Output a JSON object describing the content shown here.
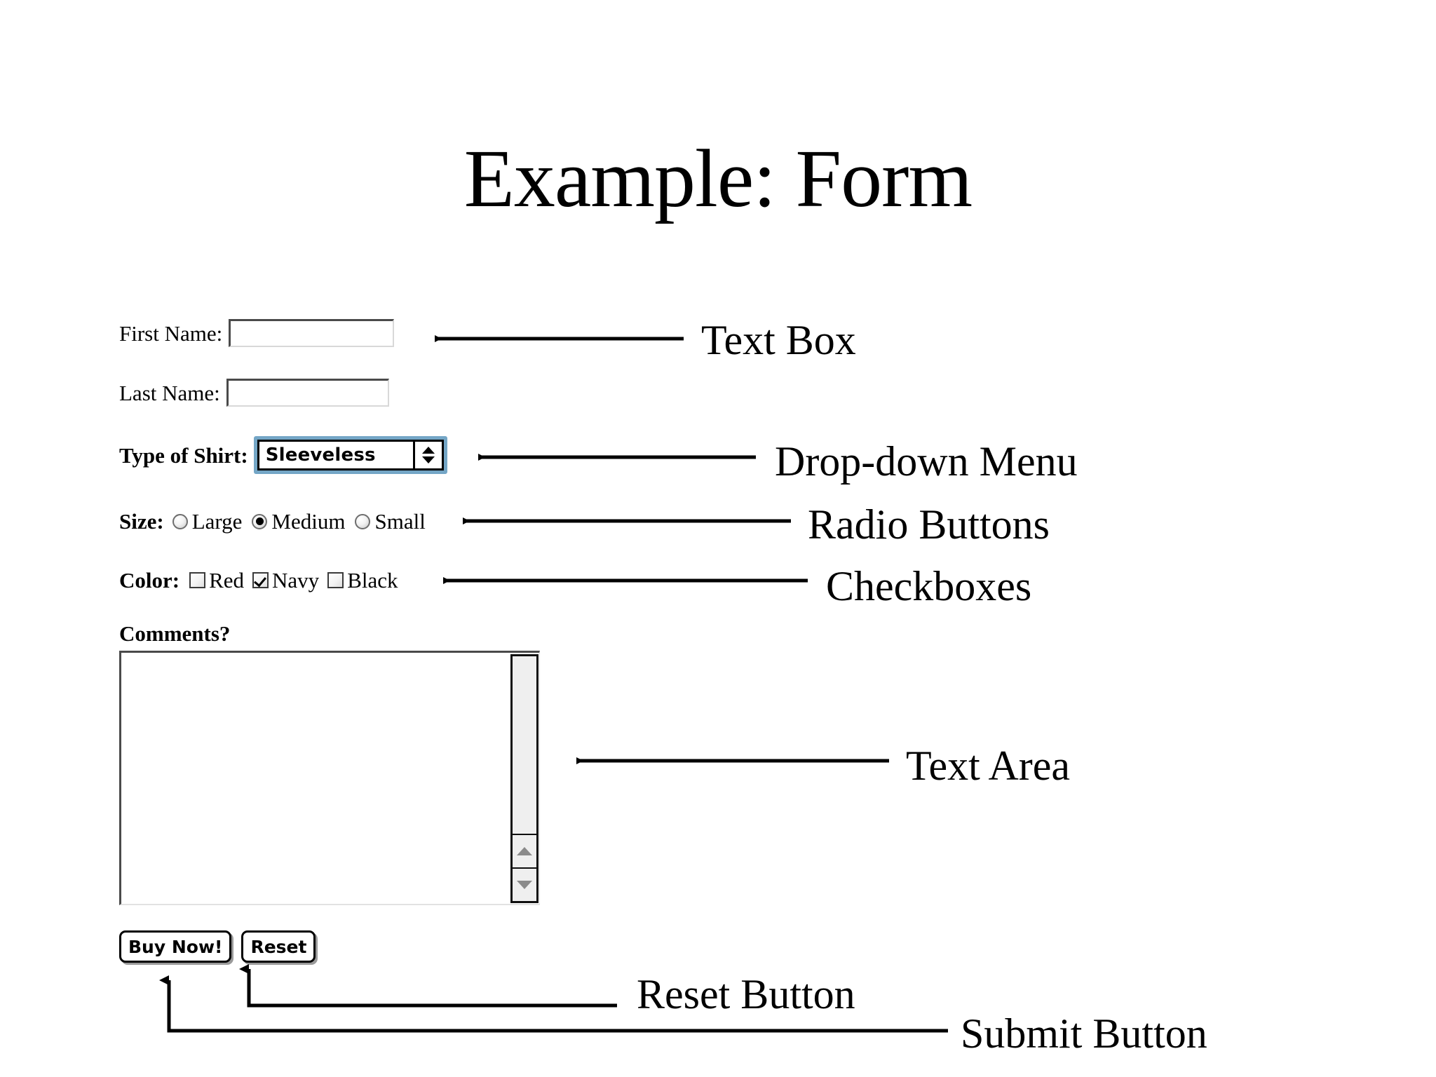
{
  "slide": {
    "title": "Example: Form",
    "background": "#ffffff",
    "text_color": "#000000",
    "focus_ring_color": "#74a6c6"
  },
  "form": {
    "first_name": {
      "label": "First Name:",
      "value": "",
      "placeholder": ""
    },
    "last_name": {
      "label": "Last Name:",
      "value": "",
      "placeholder": ""
    },
    "shirt_type": {
      "label": "Type of Shirt:",
      "selected": "Sleeveless"
    },
    "size": {
      "label": "Size:",
      "options": [
        {
          "label": "Large",
          "checked": false
        },
        {
          "label": "Medium",
          "checked": true
        },
        {
          "label": "Small",
          "checked": false
        }
      ]
    },
    "color": {
      "label": "Color:",
      "options": [
        {
          "label": "Red",
          "checked": false
        },
        {
          "label": "Navy",
          "checked": true
        },
        {
          "label": "Black",
          "checked": false
        }
      ]
    },
    "comments": {
      "label": "Comments?",
      "value": "",
      "placeholder": ""
    },
    "buttons": {
      "submit": "Buy Now!",
      "reset": "Reset"
    }
  },
  "annotations": {
    "text_box": "Text Box",
    "dropdown_menu": "Drop-down Menu",
    "radio_buttons": "Radio Buttons",
    "checkboxes": "Checkboxes",
    "text_area": "Text Area",
    "reset_button": "Reset Button",
    "submit_button": "Submit Button"
  }
}
